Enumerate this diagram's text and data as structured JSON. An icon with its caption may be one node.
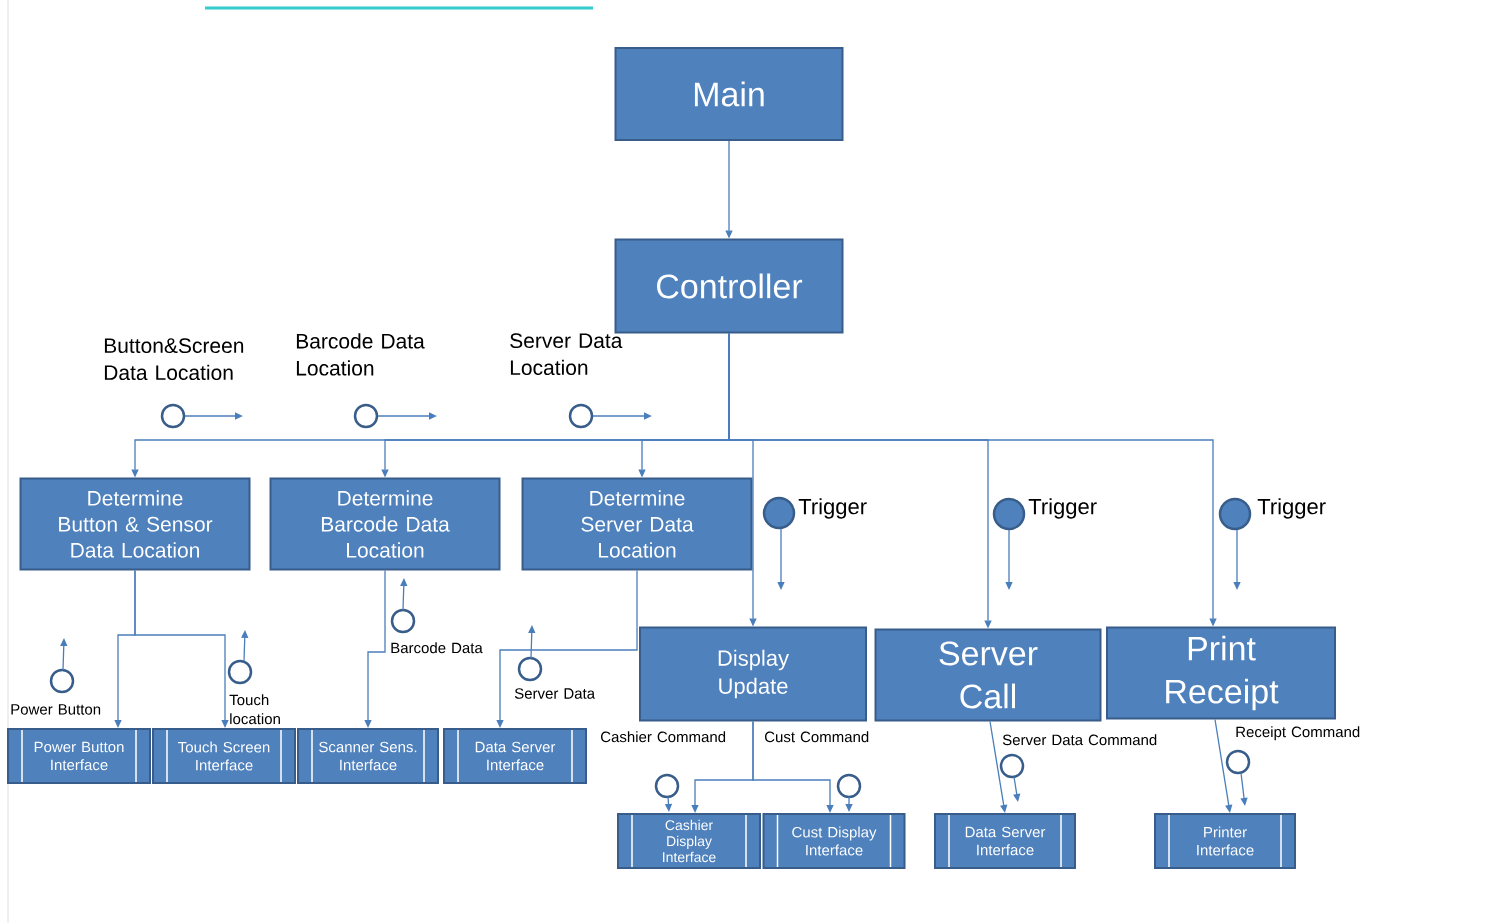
{
  "diagram": {
    "nodes": [
      {
        "text": [
          "Main"
        ]
      },
      {
        "text": [
          "Controller"
        ]
      },
      {
        "text": [
          "Determine Button & Sensor Data Location"
        ]
      },
      {
        "text": [
          "Determine Barcode Data Location"
        ]
      },
      {
        "text": [
          "Determine Server Data Location"
        ]
      },
      {
        "text": [
          "Display Update"
        ]
      },
      {
        "text": [
          "Server Call"
        ]
      },
      {
        "text": [
          "Print Receipt"
        ]
      },
      {
        "text": [
          "Power Button Interface"
        ]
      },
      {
        "text": [
          "Touch Screen Interface"
        ]
      },
      {
        "text": [
          "Scanner Sens. Interface"
        ]
      },
      {
        "text": [
          "Data Server Interface"
        ]
      },
      {
        "text": [
          "Cashier Display Interface"
        ]
      },
      {
        "text": [
          "Cust Display Interface"
        ]
      },
      {
        "text": [
          "Data Server Interface"
        ]
      },
      {
        "text": [
          "Printer Interface"
        ]
      }
    ],
    "edges": [
      {
        "from": 0,
        "to": 1,
        "arrow": "to"
      },
      {
        "from": 1,
        "to": 2,
        "arrow": "to"
      },
      {
        "from": 1,
        "to": 3,
        "arrow": "to"
      },
      {
        "from": 1,
        "to": 4,
        "arrow": "to"
      },
      {
        "from": 1,
        "to": 5,
        "arrow": "to"
      },
      {
        "from": 1,
        "to": 6,
        "arrow": "to"
      },
      {
        "from": 1,
        "to": 7,
        "arrow": "to"
      },
      {
        "from": 2,
        "to": 8,
        "arrow": "to"
      },
      {
        "from": 2,
        "to": 9,
        "arrow": "to"
      },
      {
        "from": 3,
        "to": 10,
        "arrow": "to"
      },
      {
        "from": 4,
        "to": 11,
        "arrow": "to"
      },
      {
        "from": 5,
        "to": 12,
        "arrow": "to"
      },
      {
        "from": 5,
        "to": 13,
        "arrow": "to"
      },
      {
        "from": 6,
        "to": 14,
        "arrow": "to"
      },
      {
        "from": 7,
        "to": 15,
        "arrow": "to"
      }
    ],
    "labels": [
      "Button&Screen Data Location",
      "Barcode Data Location",
      "Server Data Location",
      "Trigger",
      "Trigger",
      "Trigger",
      "Barcode Data",
      "Server Data",
      "Touch location",
      "Power Button",
      "Cashier Command",
      "Cust Command",
      "Server Data Command",
      "Receipt Command"
    ]
  }
}
